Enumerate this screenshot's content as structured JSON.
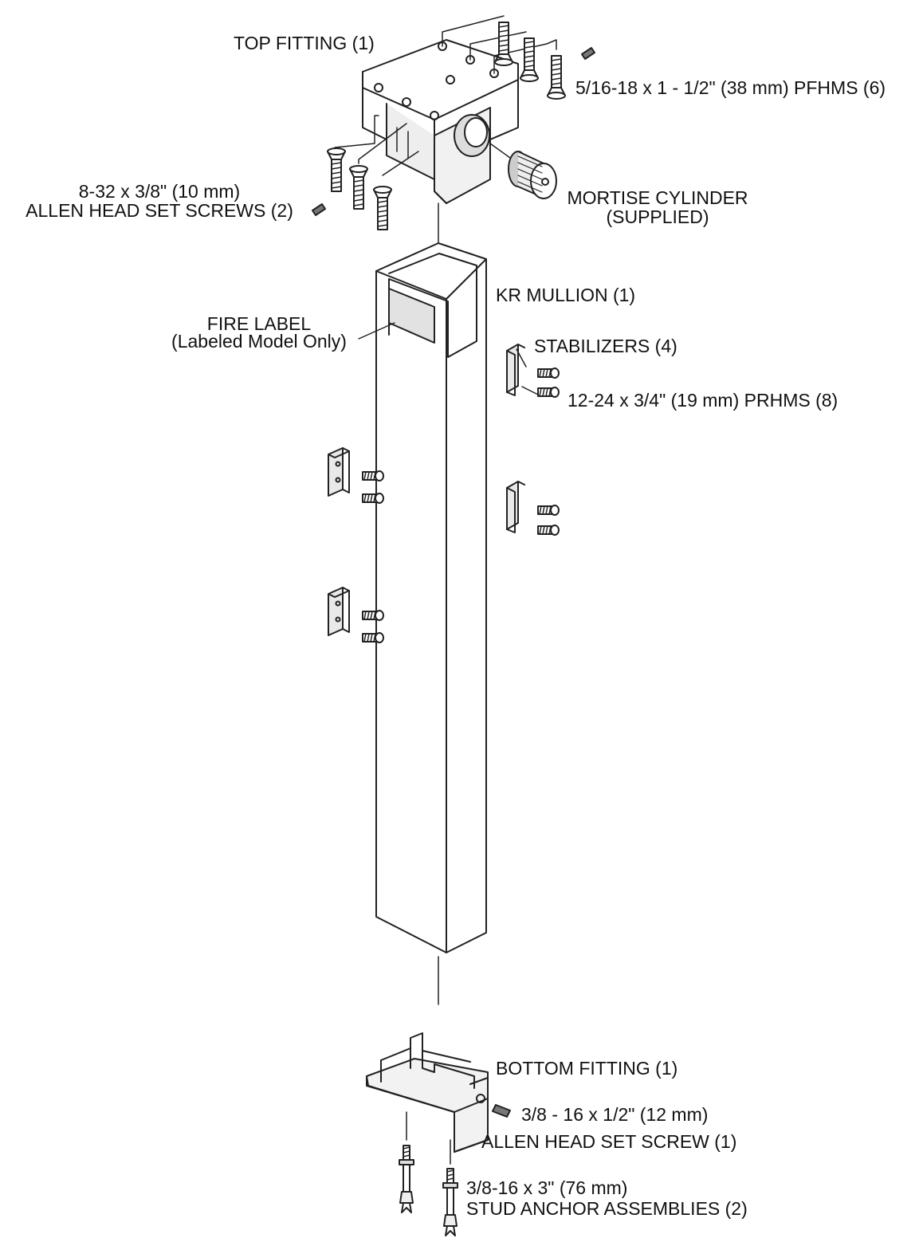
{
  "labels": {
    "top_fitting": "TOP FITTING (1)",
    "pfhms_screws": "5/16-18 x 1 - 1/2\" (38 mm) PFHMS (6)",
    "allen_set_screws_size": "8-32 x 3/8\" (10 mm)",
    "allen_set_screws_name": "ALLEN HEAD SET SCREWS (2)",
    "mortise_cylinder": "MORTISE CYLINDER",
    "mortise_supplied": "(SUPPLIED)",
    "kr_mullion": "KR MULLION (1)",
    "fire_label": "FIRE LABEL",
    "fire_label_note": "(Labeled Model Only)",
    "stabilizers": "STABILIZERS (4)",
    "prhms_screws": "12-24 x 3/4\"  (19 mm) PRHMS (8)",
    "bottom_fitting": "BOTTOM FITTING (1)",
    "bottom_set_screw_size": "3/8 - 16 x 1/2\" (12 mm)",
    "bottom_set_screw_name": "ALLEN HEAD SET SCREW (1)",
    "stud_anchor_size": "3/8-16 x 3\" (76 mm)",
    "stud_anchor_name": "STUD ANCHOR ASSEMBLIES (2)"
  }
}
